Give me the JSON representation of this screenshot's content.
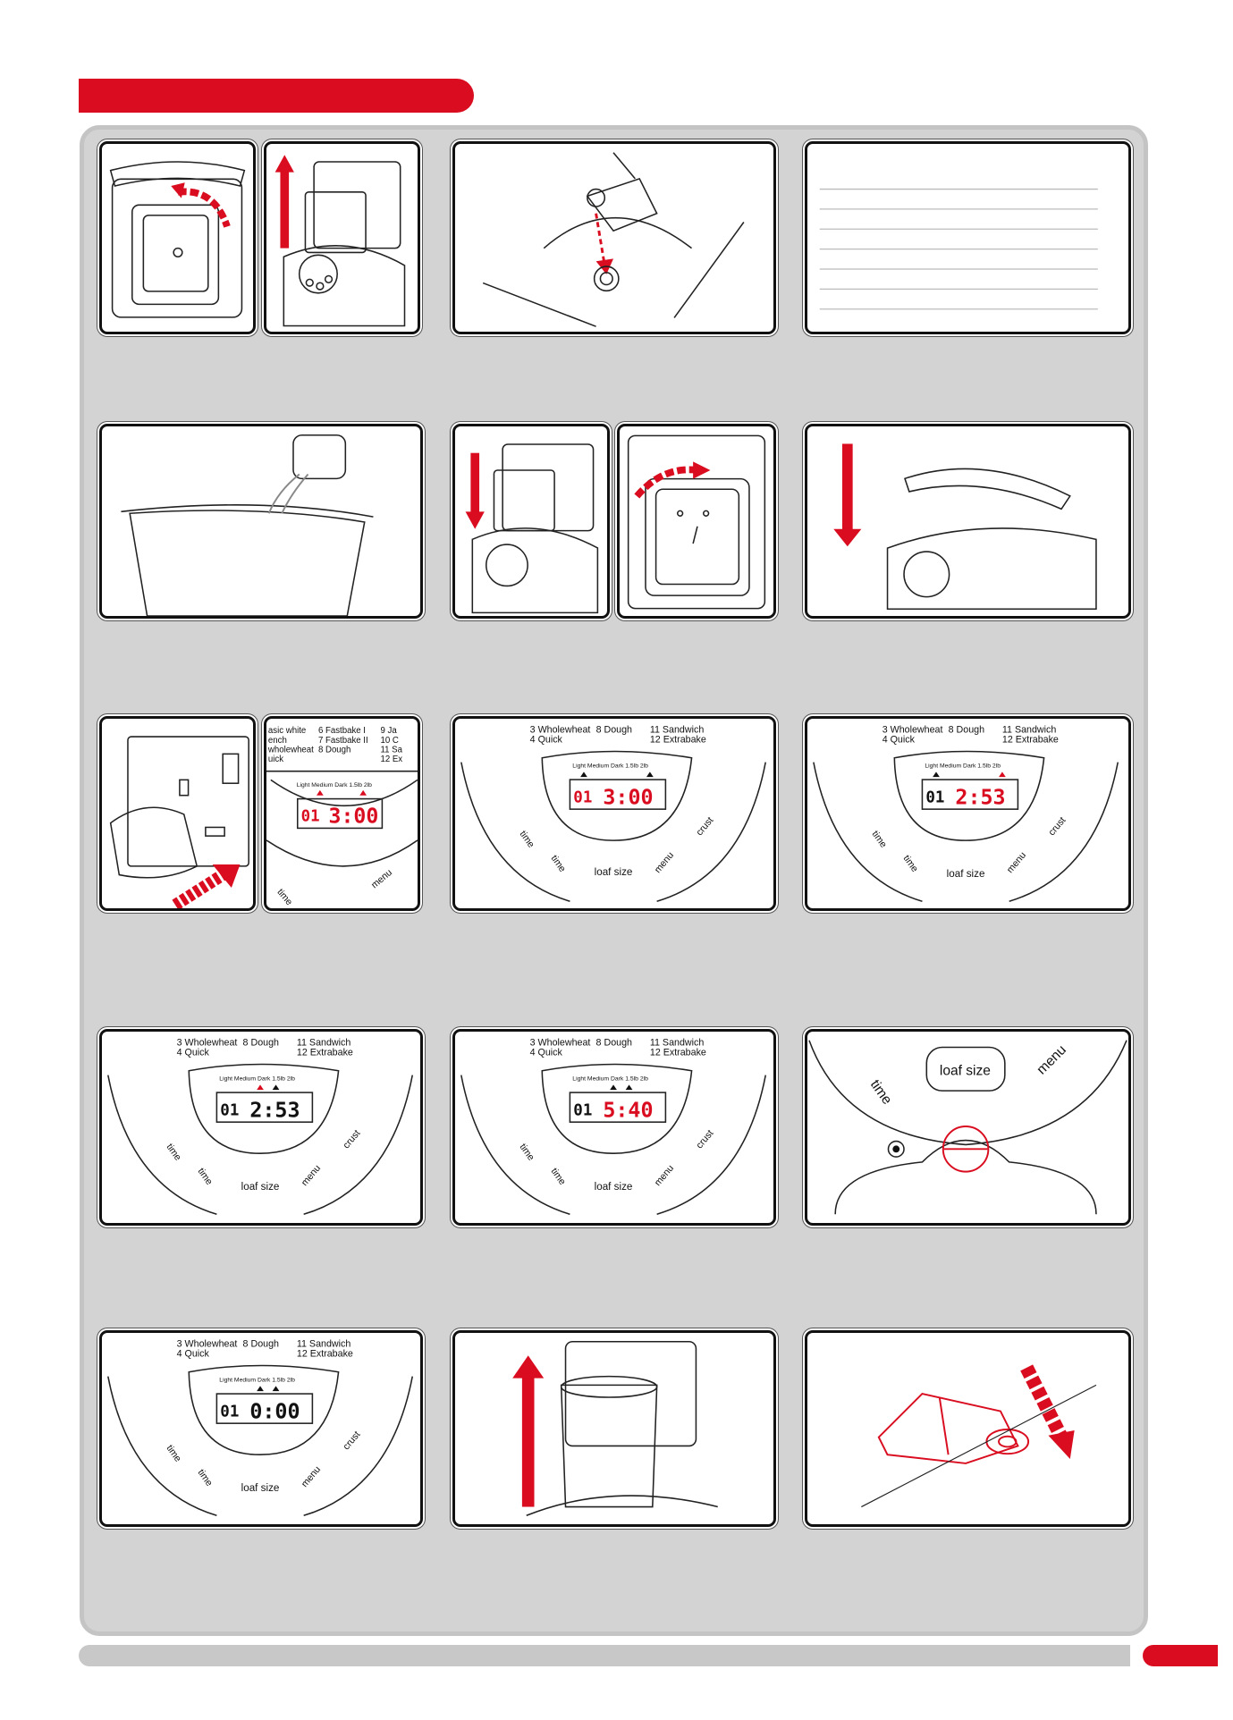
{
  "colors": {
    "accent": "#d90d1f",
    "panel": "#d3d3d3",
    "frame": "#111111"
  },
  "programs": {
    "row1_a": "3  Wholewheat",
    "row1_b": "8  Dough",
    "row1_c": "11  Sandwich",
    "row2_a": "4  Quick",
    "row2_c": "12  Extrabake",
    "side_a": "asic white",
    "side_b": "ench",
    "side_c": "wholewheat",
    "side_d": "uick",
    "side_e": "6  Fastbake I",
    "side_f": "7  Fastbake II",
    "side_g": "8  Dough",
    "side_h": "9  Ja",
    "side_i": "10  C",
    "side_j": "11  Sa",
    "side_k": "12  Ex"
  },
  "display": {
    "scale": "Light  Medium  Dark  1.5lb  2lb",
    "program": "01",
    "time_a": "3:00",
    "time_b": "2:53",
    "time_c": "5:40",
    "time_d": "0:00"
  },
  "buttons": {
    "time": "time",
    "loaf_size": "loaf size",
    "menu": "menu",
    "crust": "crust"
  }
}
